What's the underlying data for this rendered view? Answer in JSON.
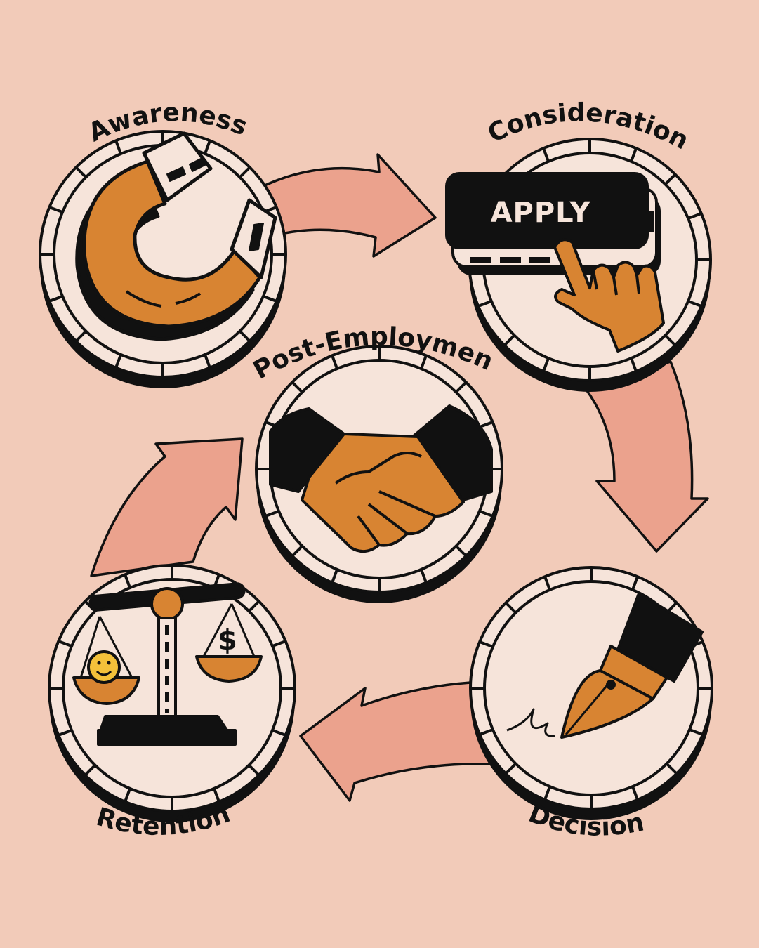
{
  "stages": {
    "awareness": "Awareness",
    "consideration": "Consideration",
    "post_employment": "Post-Employment",
    "decision": "Decision",
    "retention": "Retention"
  },
  "apply_button": "APPLY",
  "currency_symbol": "$",
  "colors": {
    "background": "#f2cbb9",
    "circle_fill": "#f6e4da",
    "arrow": "#eba28d",
    "accent": "#d88432",
    "ink": "#111111"
  },
  "icons": {
    "awareness": "magnet-icon",
    "consideration": "apply-button-hand-icon",
    "post_employment": "handshake-icon",
    "decision": "fountain-pen-icon",
    "retention": "balance-scale-icon"
  }
}
